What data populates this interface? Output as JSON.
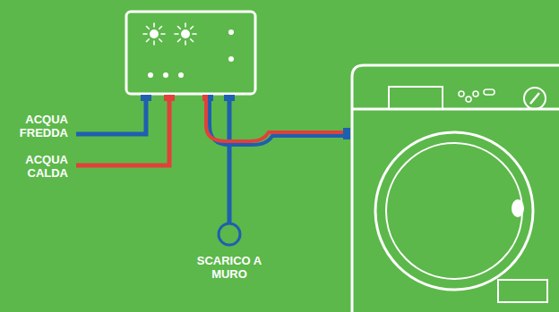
{
  "diagram": {
    "labels": [
      "ACQUA FREDDA",
      "ACQUA CALDA",
      "SCARICO A MURO"
    ]
  }
}
